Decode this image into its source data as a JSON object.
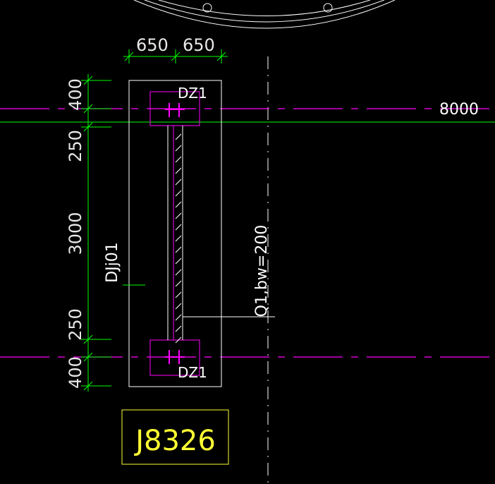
{
  "colors": {
    "background": "#000000",
    "dimension": "#00ff00",
    "axis": "#ff00ff",
    "outline": "#ffffff",
    "label_box": "#ffff33",
    "grid_line": "#ffffff"
  },
  "dimensions": {
    "top_left": "650",
    "top_right": "650",
    "vertical": [
      "400",
      "250",
      "3000",
      "250",
      "400"
    ]
  },
  "labels": {
    "axis_value": "8000",
    "column_top": "DZ1",
    "column_bottom": "DZ1",
    "foundation": "DJj01",
    "wall": "Q1,bw=200",
    "box_label": "J8326"
  }
}
